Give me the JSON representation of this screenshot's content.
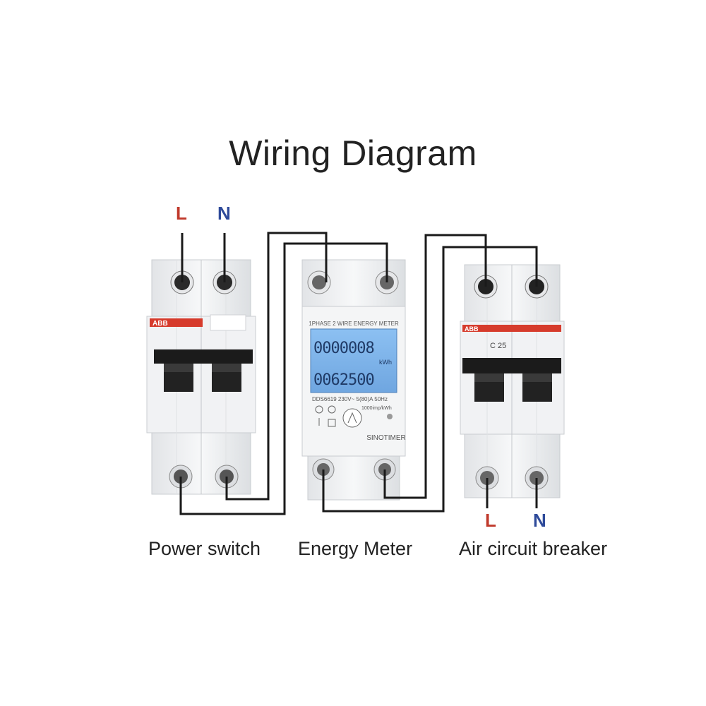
{
  "title": "Wiring Diagram",
  "colors": {
    "live": "#c0392b",
    "neutral": "#2e4a9a",
    "wire": "#1a1a1a",
    "lcd": "#7fb2ea",
    "brand_red": "#d63b2c"
  },
  "input_terminals": {
    "live": "L",
    "neutral": "N"
  },
  "output_terminals": {
    "live": "L",
    "neutral": "N"
  },
  "power_switch": {
    "brand": "ABB",
    "caption": "Power switch"
  },
  "energy_meter": {
    "caption": "Energy Meter",
    "header": "1PHASE 2 WIRE ENERGY METER",
    "reading_top": "0000008",
    "unit": "kWh",
    "reading_bottom": "0062500",
    "spec": "DDS6619 230V~ 5(80)A 50Hz",
    "rate": "1000imp/kWh",
    "brand": "SINOTIMER"
  },
  "air_circuit_breaker": {
    "brand": "ABB",
    "rating": "C 25",
    "caption": "Air circuit breaker"
  }
}
